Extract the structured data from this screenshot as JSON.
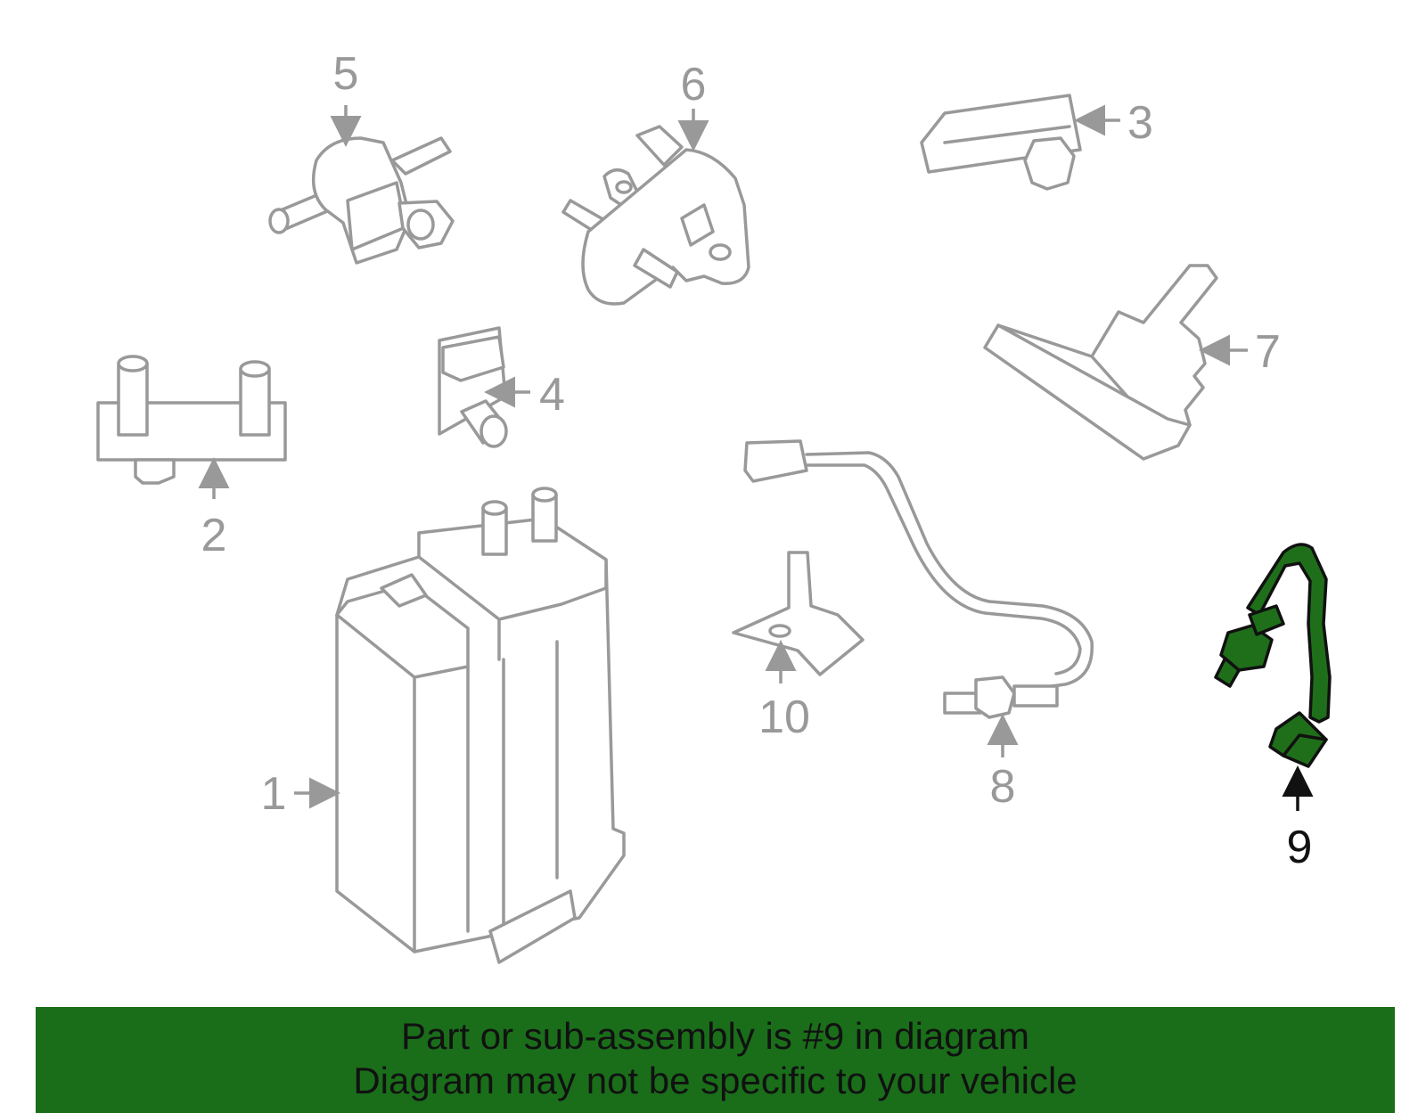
{
  "callouts": {
    "c1": "1",
    "c2": "2",
    "c3": "3",
    "c4": "4",
    "c5": "5",
    "c6": "6",
    "c7": "7",
    "c8": "8",
    "c9": "9",
    "c10": "10"
  },
  "highlighted_part": "9",
  "colors": {
    "part_outline": "#999999",
    "highlight_fill": "#1f6f1a",
    "banner_bg": "#1a6e1a",
    "text_active": "#111111"
  },
  "banner": {
    "line1": "Part or sub-assembly is #9 in diagram",
    "line2": "Diagram may not be specific to your vehicle"
  }
}
